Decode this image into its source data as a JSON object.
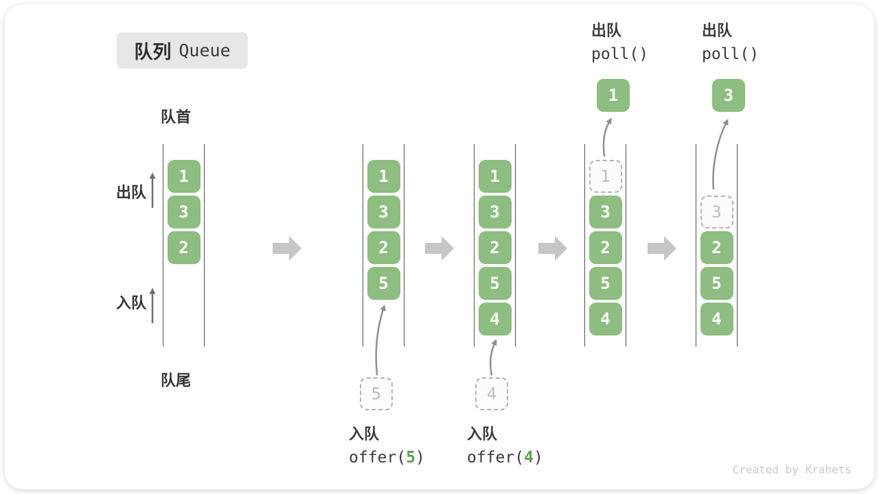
{
  "title": {
    "zh": "队列",
    "en": "Queue"
  },
  "labels": {
    "front": "队首",
    "rear": "队尾",
    "dequeue_side": "出队",
    "enqueue_side": "入队"
  },
  "queues": {
    "q1": {
      "cells": [
        "1",
        "3",
        "2"
      ]
    },
    "q2": {
      "cells": [
        "1",
        "3",
        "2",
        "5"
      ],
      "pending": "5"
    },
    "q3": {
      "cells": [
        "1",
        "3",
        "2",
        "5",
        "4"
      ],
      "pending": "4"
    },
    "q4": {
      "removed": "1",
      "cells": [
        "3",
        "2",
        "5",
        "4"
      ]
    },
    "q5": {
      "removed": "3",
      "cells": [
        "2",
        "5",
        "4"
      ]
    }
  },
  "operations": {
    "enqueue5": {
      "label": "入队",
      "code_fn": "offer(",
      "code_arg": "5",
      "code_close": ")"
    },
    "enqueue4": {
      "label": "入队",
      "code_fn": "offer(",
      "code_arg": "4",
      "code_close": ")"
    },
    "poll1": {
      "label": "出队",
      "code": "poll()",
      "result": "1"
    },
    "poll2": {
      "label": "出队",
      "code": "poll()",
      "result": "3"
    }
  },
  "watermark": "Created by Krahets",
  "colors": {
    "cell_green": "#8dbd80",
    "code_arg_green": "#5fa052",
    "block_arrow_gray": "#c6c6c6",
    "rail_gray": "#4f4f4f",
    "title_bg": "#e7e7e7"
  }
}
